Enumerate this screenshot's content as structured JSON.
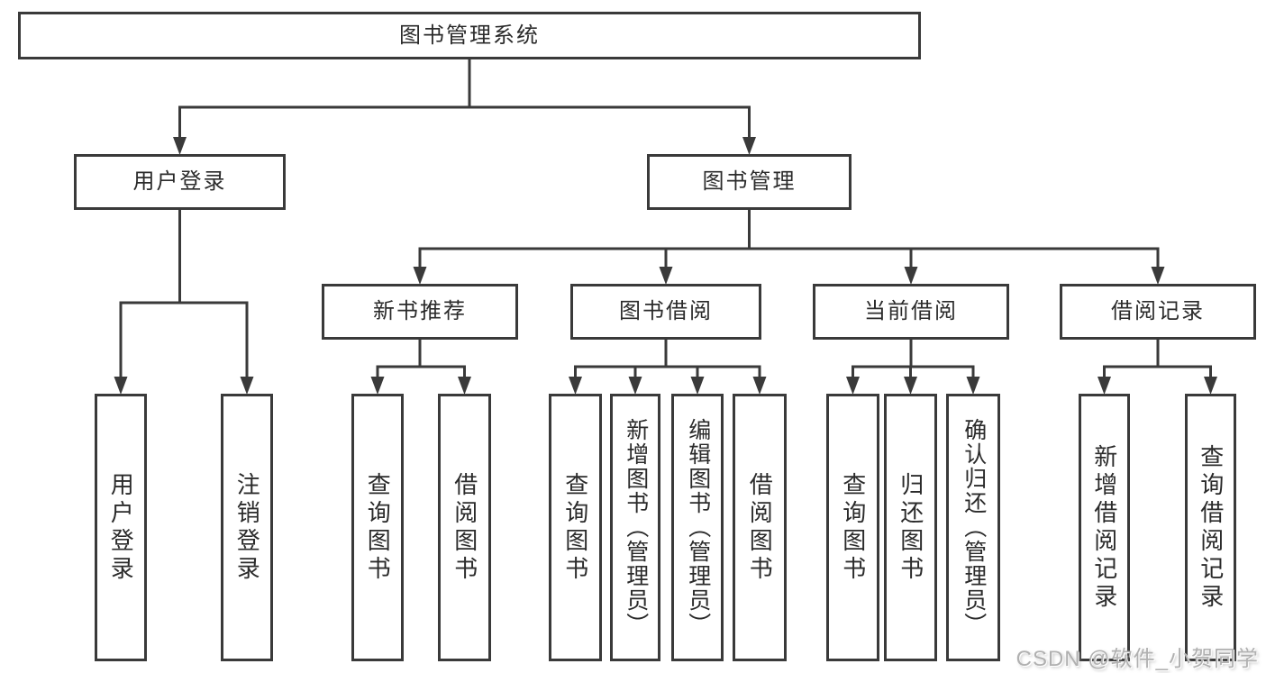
{
  "diagram": {
    "title": "图书管理系统",
    "kind": "功能结构图"
  },
  "nodes": {
    "root": {
      "label": "图书管理系统"
    },
    "user_login": {
      "label": "用户登录"
    },
    "book_mgmt": {
      "label": "图书管理"
    },
    "new_book_rec": {
      "label": "新书推荐"
    },
    "book_borrow": {
      "label": "图书借阅"
    },
    "current_borrow": {
      "label": "当前借阅"
    },
    "borrow_records": {
      "label": "借阅记录"
    },
    "leaf_user_login": {
      "label": "用户登录"
    },
    "leaf_logout": {
      "label": "注销登录"
    },
    "leaf_query_books_rec": {
      "label": "查询图书"
    },
    "leaf_borrow_books_rec": {
      "label": "借阅图书"
    },
    "leaf_query_books_borrow": {
      "label": "查询图书"
    },
    "leaf_add_books": {
      "label": "新增图书（管理员）"
    },
    "leaf_edit_books": {
      "label": "编辑图书（管理员）"
    },
    "leaf_borrow_books_borrow": {
      "label": "借阅图书"
    },
    "leaf_query_books_current": {
      "label": "查询图书"
    },
    "leaf_return_books": {
      "label": "归还图书"
    },
    "leaf_confirm_return": {
      "label": "确认归还（管理员）"
    },
    "leaf_add_borrow_record": {
      "label": "新增借阅记录"
    },
    "leaf_query_borrow_record": {
      "label": "查询借阅记录"
    }
  },
  "edges": [
    {
      "from": "root",
      "to": [
        "user_login",
        "book_mgmt"
      ]
    },
    {
      "from": "user_login",
      "to": [
        "leaf_user_login",
        "leaf_logout"
      ]
    },
    {
      "from": "book_mgmt",
      "to": [
        "new_book_rec",
        "book_borrow",
        "current_borrow",
        "borrow_records"
      ]
    },
    {
      "from": "new_book_rec",
      "to": [
        "leaf_query_books_rec",
        "leaf_borrow_books_rec"
      ]
    },
    {
      "from": "book_borrow",
      "to": [
        "leaf_query_books_borrow",
        "leaf_add_books",
        "leaf_edit_books",
        "leaf_borrow_books_borrow"
      ]
    },
    {
      "from": "current_borrow",
      "to": [
        "leaf_query_books_current",
        "leaf_return_books",
        "leaf_confirm_return"
      ]
    },
    {
      "from": "borrow_records",
      "to": [
        "leaf_add_borrow_record",
        "leaf_query_borrow_record"
      ]
    }
  ],
  "watermark": {
    "text": "CSDN @软件_小贺同学"
  },
  "colors": {
    "line": "#3a3a3a",
    "box_border": "#3a3a3a",
    "text": "#2b2b2b",
    "watermark": "#b0b0b0",
    "background": "#ffffff"
  }
}
